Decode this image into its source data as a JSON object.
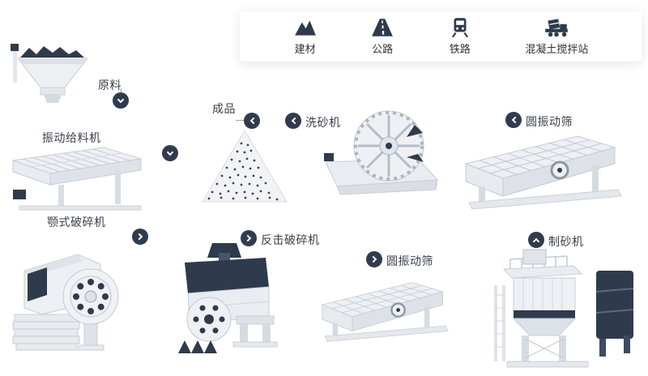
{
  "legend": {
    "items": [
      {
        "label": "建材",
        "icon": "building-materials-icon"
      },
      {
        "label": "公路",
        "icon": "road-icon"
      },
      {
        "label": "铁路",
        "icon": "railway-icon"
      },
      {
        "label": "混凝土搅拌站",
        "icon": "concrete-mixing-plant-icon"
      }
    ]
  },
  "flow": {
    "nodes": [
      {
        "id": "raw-material",
        "label": "原料",
        "arrow": "down"
      },
      {
        "id": "vibrating-feeder",
        "label": "振动给料机",
        "arrow": "down"
      },
      {
        "id": "jaw-crusher",
        "label": "颚式破碎机",
        "arrow": "right"
      },
      {
        "id": "impact-crusher",
        "label": "反击破碎机",
        "arrow": "right"
      },
      {
        "id": "circular-vibrating-screen-bottom",
        "label": "圆振动筛",
        "arrow": "right"
      },
      {
        "id": "sand-maker",
        "label": "制砂机",
        "arrow": "up"
      },
      {
        "id": "circular-vibrating-screen-top",
        "label": "圆振动筛",
        "arrow": "left"
      },
      {
        "id": "sand-washer",
        "label": "洗砂机",
        "arrow": "left"
      },
      {
        "id": "finished-product",
        "label": "成品",
        "arrow": "left"
      }
    ]
  },
  "colors": {
    "dark": "#2f3b4c",
    "machine_light": "#eef0f4",
    "machine_mid": "#dde2e8",
    "outline": "#c7ccd4",
    "text": "#3a414b",
    "background": "#ffffff"
  }
}
